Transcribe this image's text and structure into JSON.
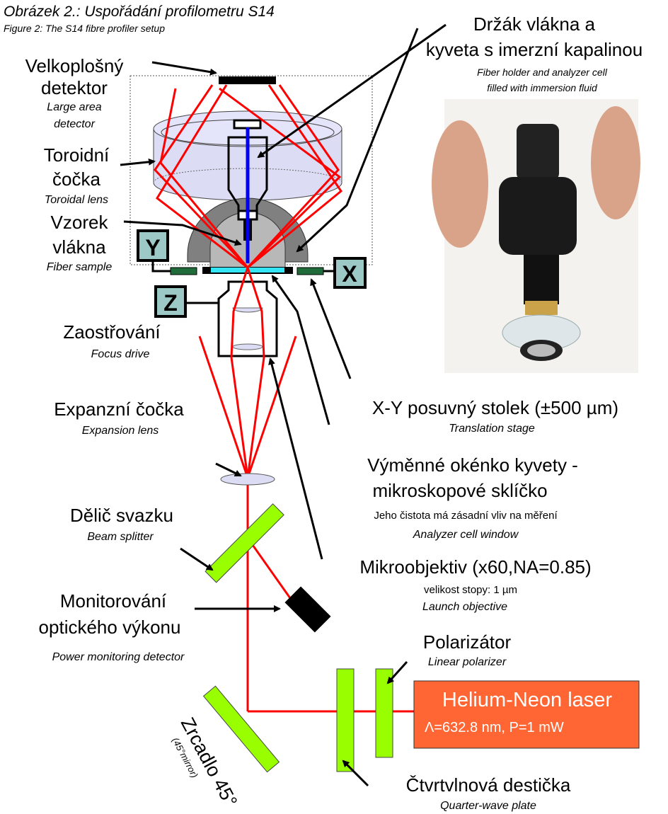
{
  "title": "Obrázek 2.: Uspořádání profilometru S14",
  "subtitle": "Figure 2: The S14 fibre profiler setup",
  "labels": {
    "detector_cz": [
      "Velkoplošný",
      "detektor"
    ],
    "detector_en": [
      "Large area",
      "detector"
    ],
    "lens_cz": [
      "Toroidní",
      "čočka"
    ],
    "lens_en": "Toroidal lens",
    "sample_cz": [
      "Vzorek",
      "vlákna"
    ],
    "sample_en": "Fiber sample",
    "holder_cz": [
      "Držák vlákna a",
      "kyveta s imerzní kapalinou"
    ],
    "holder_en": [
      "Fiber holder and analyzer cell",
      "filled with immersion fluid"
    ],
    "focus_cz": "Zaostřování",
    "focus_en": "Focus drive",
    "expansion_cz": "Expanzní čočka",
    "expansion_en": "Expansion lens",
    "stage_cz": "X-Y posuvný stolek (±500 µm)",
    "stage_en": "Translation stage",
    "window_cz": [
      "Výměnné okénko kyvety -",
      "mikroskopové sklíčko"
    ],
    "window_note": "Jeho čistota má zásadní vliv na měření",
    "window_en": "Analyzer cell window",
    "splitter_cz": "Dělič svazku",
    "splitter_en": "Beam splitter",
    "objective_cz": "Mikroobjektiv (x60,NA=0.85)",
    "objective_note": "velikost stopy: 1 µm",
    "objective_en": "Launch objective",
    "monitor_cz": [
      "Monitorování",
      "optického výkonu"
    ],
    "monitor_en": "Power monitoring detector",
    "polarizer_cz": "Polarizátor",
    "polarizer_en": "Linear polarizer",
    "laser_title": "Helium-Neon laser",
    "laser_params": "Λ=632.8 nm, P=1 mW",
    "mirror_cz": "Zrcadlo 45°",
    "mirror_en": "(45°mirror)",
    "qwp_cz": "Čtvrtvlnová destička",
    "qwp_en": "Quarter-wave plate",
    "axis_x": "X",
    "axis_y": "Y",
    "axis_z": "Z"
  },
  "colors": {
    "beam": "#ff0000",
    "fiber": "#0000ee",
    "optic_green": "#99ff00",
    "stage_box": "#9cc9c6",
    "laser": "#ff6633"
  }
}
